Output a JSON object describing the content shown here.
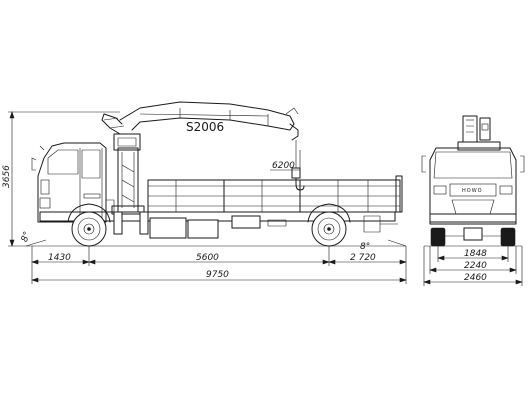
{
  "crane": {
    "model": "S2006"
  },
  "front": {
    "brand": "HOWO"
  },
  "dimensions": {
    "overall_height": "3656",
    "hook_reach": "6200",
    "front_overhang": "1430",
    "wheelbase": "5600",
    "rear_overhang": "2 720",
    "overall_length": "9750",
    "approach_angle": "8°",
    "departure_angle": "8°",
    "track_width": "1848",
    "body_width": "2240",
    "overall_width": "2460"
  }
}
